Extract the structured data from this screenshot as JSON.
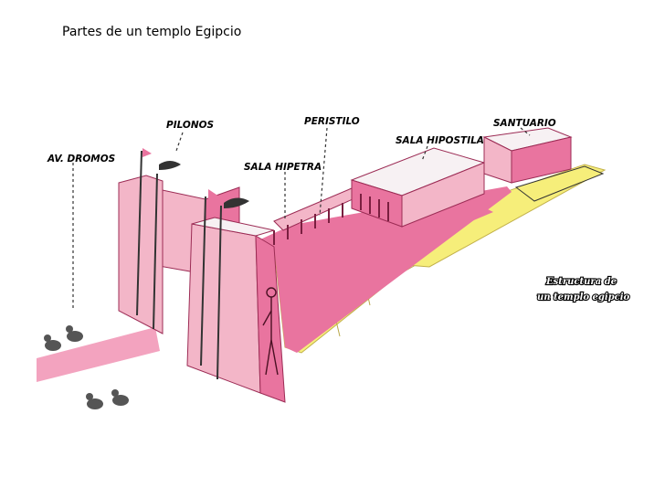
{
  "slide": {
    "title": "Partes de un templo Egipcio"
  },
  "diagram": {
    "labels": {
      "dromos": "AV. DROMOS",
      "pilonos": "PILONOS",
      "hipetra": "SALA HIPETRA",
      "peristilo": "PERISTILO",
      "hipostila": "SALA HIPOSTILA",
      "santuario": "SANTUARIO"
    },
    "caption": {
      "line1": "Estructura de",
      "line2": "un templo egipcio"
    },
    "colors": {
      "pink": "#e9749f",
      "floor": "#f6ee7a",
      "wall": "#f3b6c8",
      "dark": "#9c2c55"
    }
  }
}
